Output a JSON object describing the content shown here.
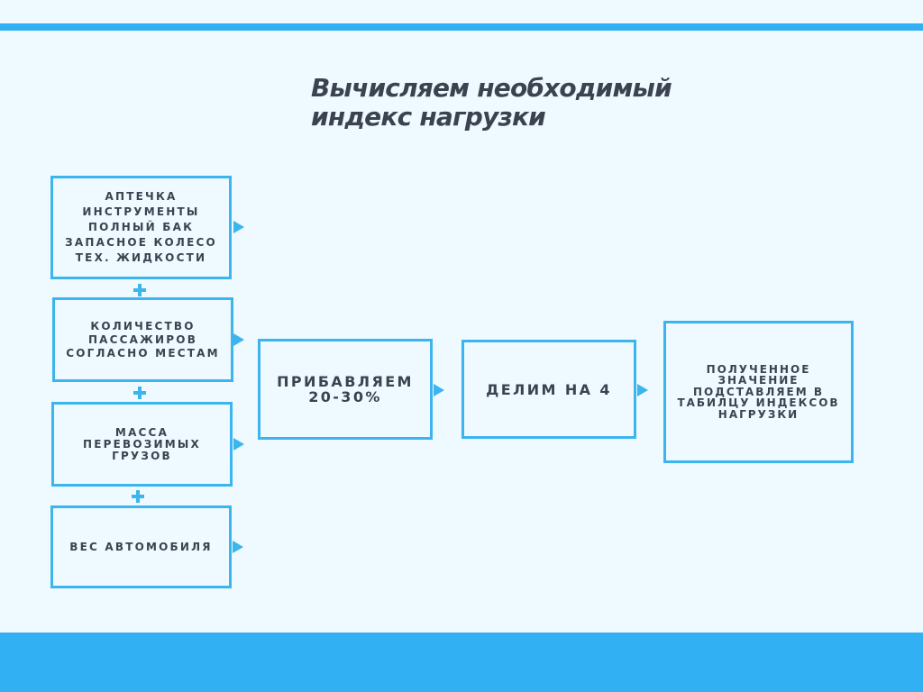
{
  "title": {
    "line1": "Вычисляем необходимый",
    "line2": "индекс нагрузки"
  },
  "inputs": {
    "box1": {
      "lines": [
        "Аптечка",
        "Инструменты",
        "Полный бак",
        "Запасное колесо",
        "Тех. жидкости"
      ]
    },
    "box2": {
      "lines": [
        "Количество",
        "пассажиров",
        "согласно местам"
      ]
    },
    "box3": {
      "lines": [
        "Масса",
        "перевозимых",
        "грузов"
      ]
    },
    "box4": {
      "lines": [
        "Вес автомобиля"
      ]
    }
  },
  "operator_plus": "+",
  "steps": {
    "add": {
      "lines": [
        "Прибавляем",
        "20-30%"
      ]
    },
    "divide": {
      "lines": [
        "Делим на 4"
      ]
    },
    "result": {
      "lines": [
        "Полученное",
        "значение",
        "подставляем в",
        "табилцу индексов",
        "нагрузки"
      ]
    }
  },
  "colors": {
    "background": "#eefaff",
    "accent": "#31b0f3",
    "border": "#3cb4ee",
    "text": "#3b4350"
  },
  "icons": [
    "plus-icon",
    "arrow-right-icon"
  ]
}
